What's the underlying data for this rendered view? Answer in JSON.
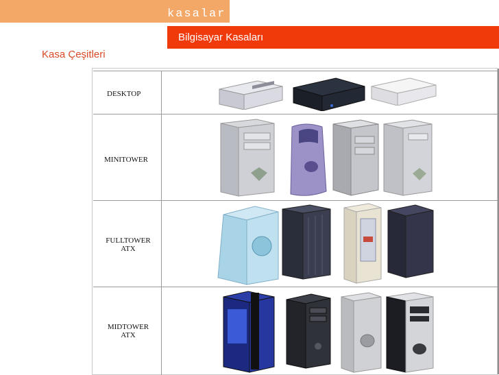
{
  "header": {
    "title": "kasalar",
    "slide_title": "Bilgisayar Kasaları"
  },
  "section": {
    "subtitle": "Kasa Çeşitleri"
  },
  "table": {
    "rows": [
      {
        "label": "DESKTOP"
      },
      {
        "label": "MINITOWER"
      },
      {
        "label": "FULLTOWER\nATX"
      },
      {
        "label": "MIDTOWER\nATX"
      }
    ]
  },
  "colors": {
    "top_bar": "#f4a868",
    "accent_red": "#f03a0a",
    "subtitle": "#d84a26"
  }
}
